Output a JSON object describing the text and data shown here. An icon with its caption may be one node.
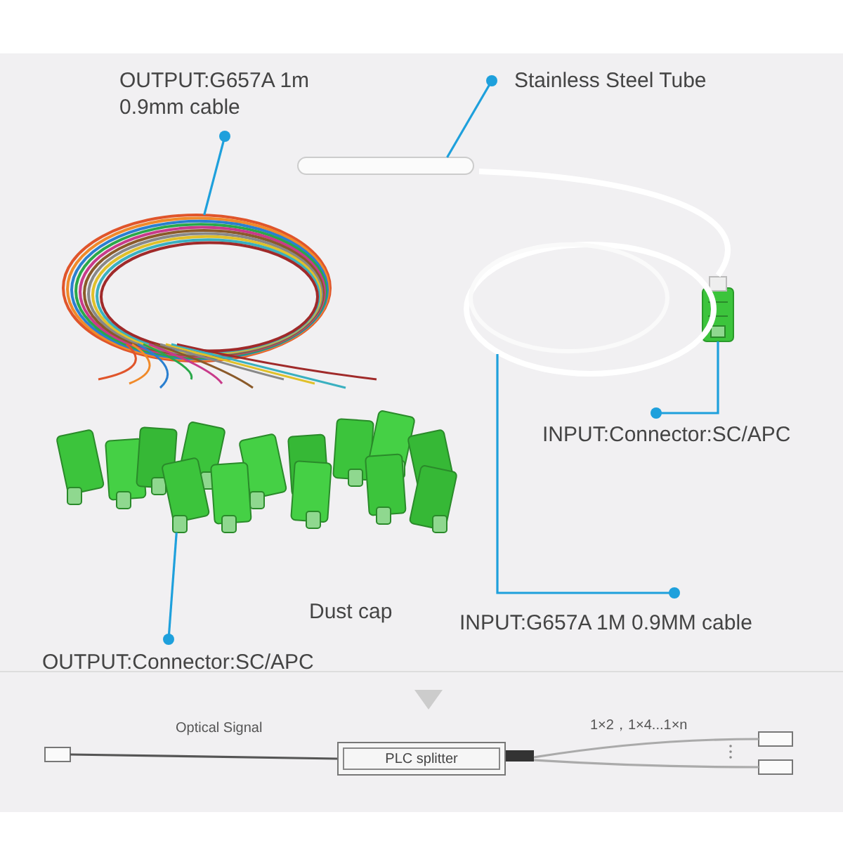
{
  "diagram": {
    "nodes": [
      {
        "text": [
          "OUTPUT:G657A 1m 0.9mm cable"
        ]
      },
      {
        "text": [
          "Stainless Steel Tube"
        ]
      },
      {
        "text": [
          "INPUT:Connector:SC/APC"
        ]
      },
      {
        "text": [
          "INPUT:G657A 1M 0.9MM cable"
        ]
      },
      {
        "text": [
          "OUTPUT:Connector:SC/APC"
        ]
      },
      {
        "text": [],
        "shape": "picture"
      },
      {
        "text": [],
        "shape": "bar"
      },
      {
        "text": [],
        "shape": "picture"
      },
      {
        "text": [],
        "shape": "picture"
      },
      {
        "text": [],
        "shape": "picture"
      },
      {
        "text": [],
        "shape": "box"
      },
      {
        "text": [
          "PLC splitter"
        ]
      },
      {
        "text": [],
        "shape": "box"
      },
      {
        "text": [],
        "shape": "box"
      }
    ],
    "edges": [
      {
        "from": 0,
        "to": 5,
        "arrow": "other"
      },
      {
        "from": 1,
        "to": 6,
        "arrow": "other"
      },
      {
        "from": 2,
        "to": 7,
        "arrow": "other"
      },
      {
        "from": 3,
        "to": 8,
        "arrow": "other"
      },
      {
        "from": 4,
        "to": 9,
        "arrow": "other"
      },
      {
        "from": 10,
        "to": 11,
        "arrow": "none",
        "color": "#555555"
      },
      {
        "from": 11,
        "to": 12,
        "arrow": "none",
        "color": "#aaaaaa"
      },
      {
        "from": 11,
        "to": 13,
        "arrow": "none",
        "color": "#aaaaaa"
      }
    ],
    "labels": [
      "Dust cap",
      "Optical Signal",
      "1×2，1×4...1×n"
    ]
  }
}
